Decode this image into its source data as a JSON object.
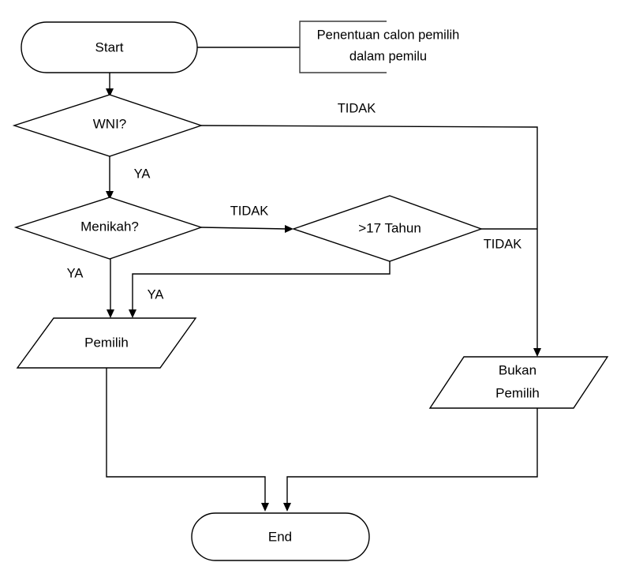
{
  "diagram": {
    "title": "Penentuan calon pemilih dalam pemilu",
    "background_color": "#ffffff",
    "line_color": "#000000",
    "note_color": "#3a3a3a"
  },
  "nodes": {
    "start": {
      "label": "Start",
      "shape": "terminator"
    },
    "note": {
      "line1": "Penentuan calon pemilih",
      "line2": "dalam pemilu",
      "shape": "note"
    },
    "wni": {
      "label": "WNI?",
      "shape": "decision"
    },
    "menikah": {
      "label": "Menikah?",
      "shape": "decision"
    },
    "umur": {
      "label": ">17 Tahun",
      "shape": "decision"
    },
    "pemilih": {
      "label": "Pemilih",
      "shape": "data"
    },
    "bukan_pemilih": {
      "line1": "Bukan",
      "line2": "Pemilih",
      "shape": "data"
    },
    "end": {
      "label": "End",
      "shape": "terminator"
    }
  },
  "edges": {
    "wni_tidak": "TIDAK",
    "wni_ya": "YA",
    "menikah_tidak": "TIDAK",
    "menikah_ya": "YA",
    "umur_tidak": "TIDAK",
    "umur_ya": "YA"
  }
}
